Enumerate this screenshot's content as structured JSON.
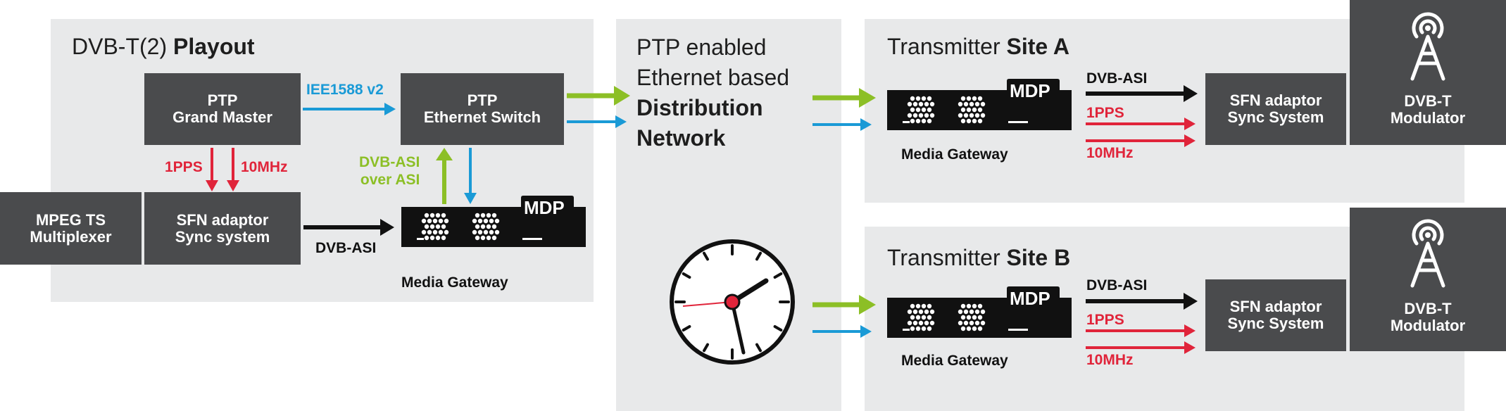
{
  "colors": {
    "panel": "#e8e9ea",
    "box": "#4a4b4d",
    "red": "#e0243a",
    "blue": "#1a9ad6",
    "green": "#8cbf26",
    "black": "#111111"
  },
  "playout": {
    "title_prefix": "DVB-T(2)",
    "title_bold": "Playout",
    "ptp_grandmaster": [
      "PTP",
      "Grand Master"
    ],
    "ptp_switch": [
      "PTP",
      "Ethernet Switch"
    ],
    "mpeg_mux": [
      "MPEG TS",
      "Multiplexer"
    ],
    "sfn_adaptor": [
      "SFN adaptor",
      "Sync system"
    ],
    "ieee_label": "IEE1588 v2",
    "pps_label": "1PPS",
    "mhz_label": "10MHz",
    "dvbasi_over_asi": [
      "DVB-ASI",
      "over ASI"
    ],
    "dvbasi_label": "DVB-ASI",
    "gateway_label": "Media Gateway",
    "mdp_label": "MDP"
  },
  "distribution": {
    "line1": "PTP enabled",
    "line2": "Ethernet based",
    "line3": "Distribution",
    "line4": "Network"
  },
  "site_a": {
    "title_prefix": "Transmitter",
    "title_bold": "Site A",
    "mdp_label": "MDP",
    "gateway_label": "Media Gateway",
    "dvbasi_label": "DVB-ASI",
    "pps_label": "1PPS",
    "mhz_label": "10MHz",
    "sfn_adaptor": [
      "SFN adaptor",
      "Sync System"
    ],
    "modulator": [
      "DVB-T",
      "Modulator"
    ]
  },
  "site_b": {
    "title_prefix": "Transmitter",
    "title_bold": "Site B",
    "mdp_label": "MDP",
    "gateway_label": "Media Gateway",
    "dvbasi_label": "DVB-ASI",
    "pps_label": "1PPS",
    "mhz_label": "10MHz",
    "sfn_adaptor": [
      "SFN adaptor",
      "Sync System"
    ],
    "modulator": [
      "DVB-T",
      "Modulator"
    ]
  },
  "icons": {
    "clock": "clock-icon",
    "tower": "antenna-tower-icon",
    "device": "media-gateway-device-icon"
  }
}
